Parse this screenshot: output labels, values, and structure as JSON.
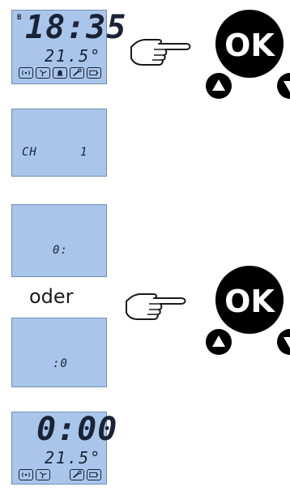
{
  "screen1": {
    "marker": "B",
    "time": "18:35",
    "temp": "21.5°"
  },
  "screen2": {
    "label": "CH",
    "value": "1"
  },
  "screen3": {
    "value": "0:"
  },
  "screen4": {
    "value": ":0"
  },
  "screen5": {
    "time": "0:00",
    "temp": "21.5°"
  },
  "buttons": {
    "ok_label": "OK"
  },
  "connector": "oder",
  "icons": [
    "antenna-icon",
    "fan-icon",
    "bell-icon",
    "wrench-icon",
    "battery-icon"
  ]
}
